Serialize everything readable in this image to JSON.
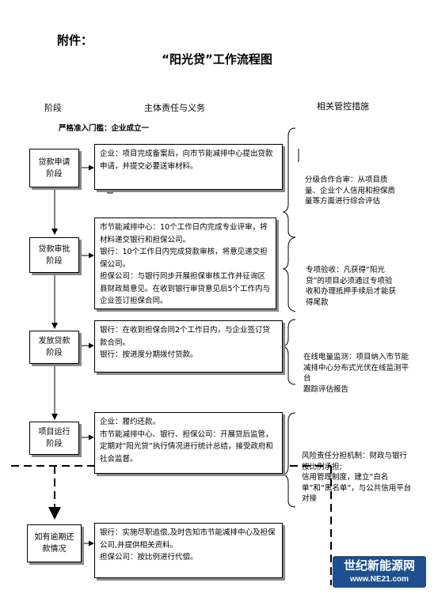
{
  "attachment_label": "附件：",
  "title": "“阳光贷”工作流程图",
  "headers": {
    "stage": "阶段",
    "duty": "主体责任与义务",
    "control": "相关管控措施"
  },
  "entry_threshold": "严格准入门槛：企业成立一",
  "stages": [
    {
      "label": "贷款申请阶段",
      "content": [
        "企业：项目完成备案后，向市节能减排中心提出贷款申请，并提交必要送审材料。"
      ]
    },
    {
      "label": "贷款审批阶段",
      "content": [
        "市节能减排中心：10个工作日内完成专业评审，将材料递交银行和担保公司。",
        "银行：10个工作日内完成贷款审核，将意见递交担保公司。",
        "担保公司：与银行同步开展担保审核工作并征询区县财政局意见。在收到银行审贷意见后5个工作内与企业签订担保合同。"
      ]
    },
    {
      "label": "发放贷款阶段",
      "content": [
        "银行：在收到担保合同2个工作日内，与企业签订贷款合同。",
        "银行：按进度分期拨付贷款。"
      ]
    },
    {
      "label": "项目运行阶段",
      "content": [
        "企业：履约还款。",
        "市节能减排中心、银行、担保公司：开展贷后监管，定期对“阳光贷”执行情况进行统计总结，接受政府和社会监督。"
      ]
    },
    {
      "label": "如有逾期还款情况",
      "content": [
        "银行：实施尽职追偿,及时告知市节能减排中心及担保公司,并提供相关资料。",
        "担保公司：按比例进行代偿。"
      ]
    }
  ],
  "controls": [
    {
      "text": "分级合作合审：从项目质量、企业个人信用和担保质量等方面进行综合评估"
    },
    {
      "text": "专项验收：凡获得“阳光贷”的项目必须通过专项验收和办理抵押手续后才能获得尾款"
    },
    {
      "text": "在线电量监测：项目纳入市节能减排中心分布式光伏在线监测平台\n跟踪评估报告"
    },
    {
      "text": "风险责任分担机制：财政与银行按比例承担;\n信用管理制度，建立“白名单”和“黑名单”，与公共信用平台对接"
    }
  ],
  "watermark": {
    "name": "世纪新能源网",
    "url": "www.NE21.com"
  }
}
